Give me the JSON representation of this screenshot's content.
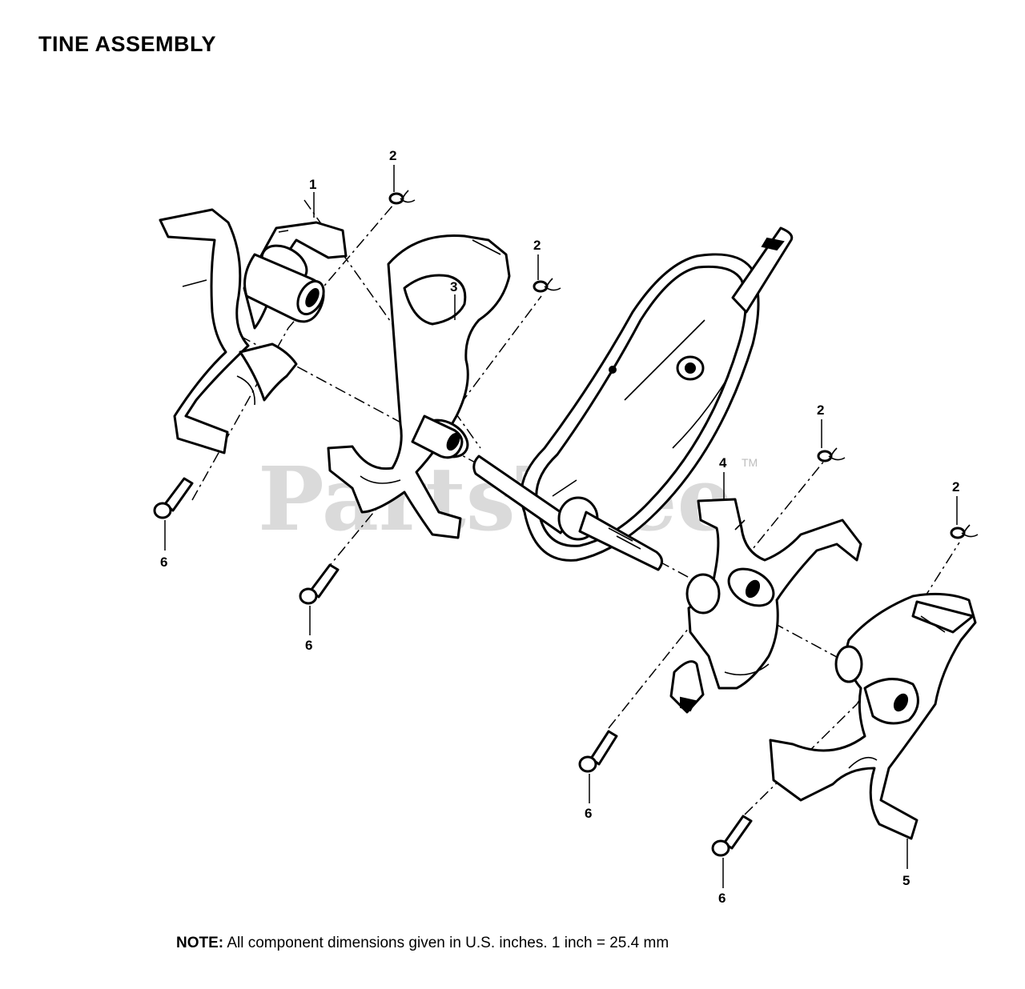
{
  "title": "TINE ASSEMBLY",
  "watermark": {
    "text": "PartsTree",
    "tm": "TM"
  },
  "note": {
    "label": "NOTE:",
    "text": "All component dimensions given in U.S. inches.  1 inch = 25.4 mm"
  },
  "callouts": {
    "c1": "1",
    "c2a": "2",
    "c2b": "2",
    "c2c": "2",
    "c2d": "2",
    "c3": "3",
    "c4": "4",
    "c5": "5",
    "c6a": "6",
    "c6b": "6",
    "c6c": "6",
    "c6d": "6"
  }
}
